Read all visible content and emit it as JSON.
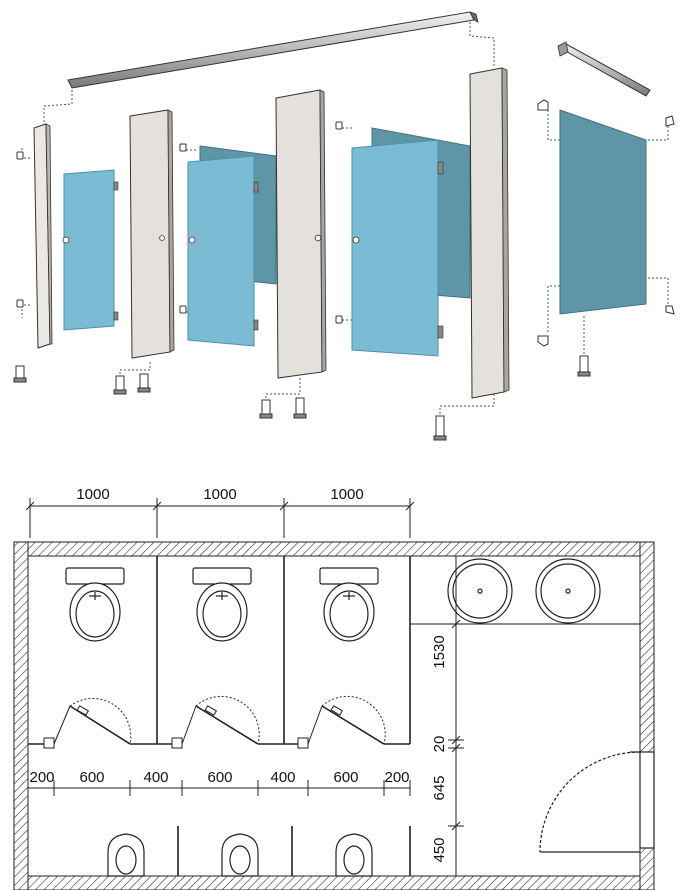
{
  "top_dimensions": [
    "1000",
    "1000",
    "1000"
  ],
  "bottom_dimensions": [
    "200",
    "600",
    "400",
    "600",
    "400",
    "600",
    "200"
  ],
  "right_dimensions": [
    "1530",
    "20",
    "645",
    "450"
  ],
  "colors": {
    "door": "#7bbcd4",
    "door_edge": "#4d90ab",
    "back_panel": "#5e96a8",
    "side_panel": "#e4e1dc",
    "side_panel_edge": "#a9a6a0",
    "hardware": "#888888",
    "wall_line": "#222222"
  },
  "icons": {
    "hinge": "hinge-icon",
    "bracket": "bracket-icon",
    "support_leg": "support-leg-icon",
    "door_lock": "door-lock-icon",
    "toilet": "toilet-icon",
    "sink": "sink-icon",
    "urinal": "urinal-icon"
  }
}
